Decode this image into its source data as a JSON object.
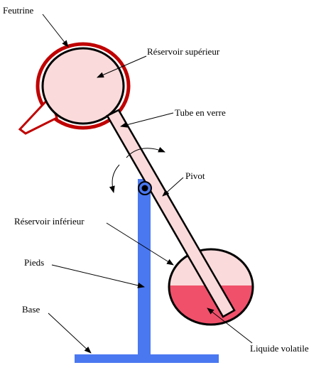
{
  "labels": {
    "feutrine": "Feutrine",
    "reservoir_superieur": "Réservoir supérieur",
    "tube_en_verre": "Tube en verre",
    "pivot": "Pivot",
    "reservoir_inferieur": "Réservoir inférieur",
    "pieds": "Pieds",
    "base": "Base",
    "liquide_volatile": "Liquide volatile"
  },
  "colors": {
    "felt": "#c00000",
    "glass_fill": "#fadada",
    "liquid": "#f0506a",
    "stand": "#4a78f0",
    "pivot_ring": "#4a78f0",
    "pivot_center": "#000000",
    "outline": "#000000"
  },
  "icons": {
    "rotation_arrow_upper": "curved-arrow-right-icon",
    "rotation_arrow_lower": "curved-arrow-down-icon"
  }
}
